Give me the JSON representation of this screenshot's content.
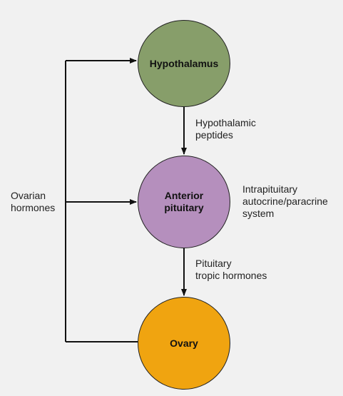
{
  "nodes": {
    "hypothalamus": {
      "label": "Hypothalamus",
      "color": "#879e6a"
    },
    "anterior_pituitary": {
      "line1": "Anterior",
      "line2": "pituitary",
      "color": "#b58fbd"
    },
    "ovary": {
      "label": "Ovary",
      "color": "#f0a410"
    }
  },
  "edge_labels": {
    "hypothalamic_peptides": {
      "line1": "Hypothalamic",
      "line2": "peptides"
    },
    "intrapituitary": {
      "line1": "Intrapituitary",
      "line2": "autocrine/paracrine",
      "line3": "system"
    },
    "pituitary_tropic": {
      "line1": "Pituitary",
      "line2": "tropic hormones"
    },
    "ovarian_hormones": {
      "line1": "Ovarian",
      "line2": "hormones"
    }
  },
  "colors": {
    "background": "#f1f1f1",
    "line": "#111111"
  }
}
